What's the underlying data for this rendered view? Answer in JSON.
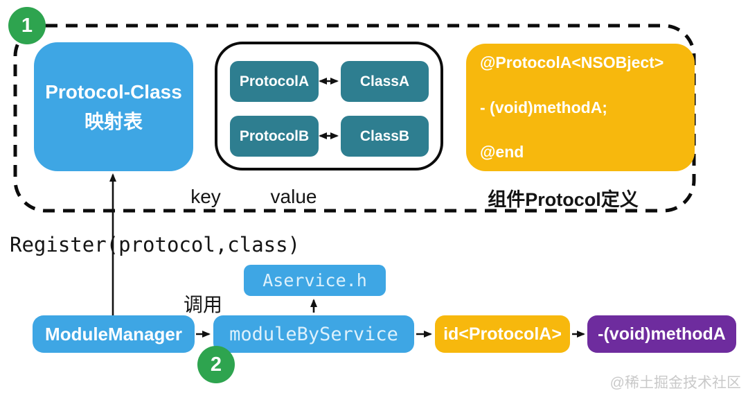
{
  "badges": {
    "step1": "1",
    "step2": "2"
  },
  "registration_group": {
    "map_box": {
      "title": "Protocol-Class",
      "subtitle": "映射表"
    },
    "lookup_table": {
      "rows": [
        {
          "key": "ProtocolA",
          "value": "ClassA"
        },
        {
          "key": "ProtocolB",
          "value": "ClassB"
        }
      ],
      "key_label": "key",
      "value_label": "value"
    },
    "protocol_definition": {
      "line1": "@ProtocolA<NSOBject>",
      "line2": "- (void)methodA;",
      "line3": "@end",
      "caption": "组件Protocol定义"
    }
  },
  "register_call": "Register(protocol,class)",
  "invoke_label": "调用",
  "flow": {
    "header_file": "Aservice.h",
    "module_manager": "ModuleManager",
    "module_by_service": "moduleByService",
    "protocol_instance": "id<ProtocolA>",
    "method_call": "-(void)methodA"
  },
  "watermark": "@稀土掘金技术社区",
  "colors": {
    "blue": "#3ea6e4",
    "teal": "#2e7e90",
    "yellow": "#f7b80d",
    "purple": "#6e2c9e",
    "green": "#2ea44f"
  }
}
